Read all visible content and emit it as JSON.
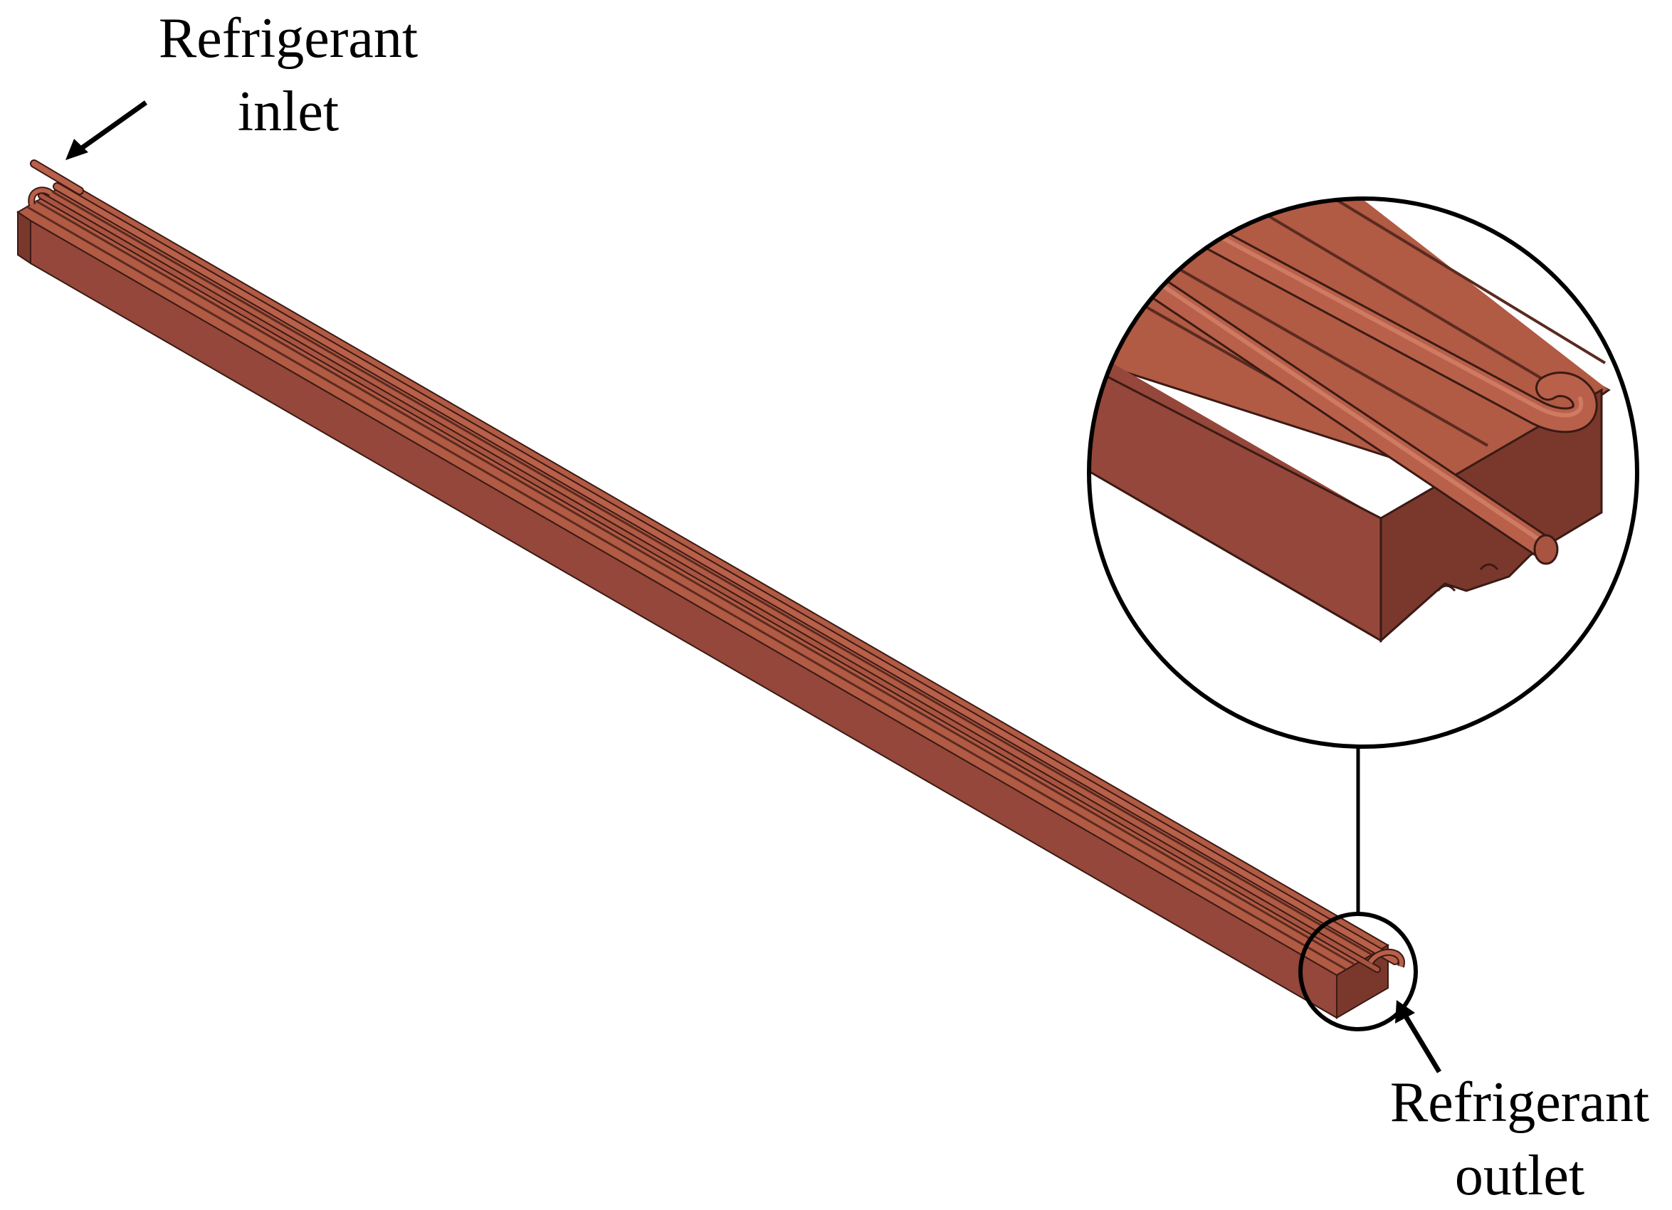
{
  "labels": {
    "inlet": {
      "line1": "Refrigerant",
      "line2": "inlet"
    },
    "outlet": {
      "line1": "Refrigerant",
      "line2": "outlet"
    }
  },
  "colors": {
    "copper_top": "#b15a44",
    "copper_top_light": "#bd6650",
    "copper_side": "#94473a",
    "copper_end": "#7a382d",
    "edge": "#3a1a14",
    "line": "#000000"
  }
}
